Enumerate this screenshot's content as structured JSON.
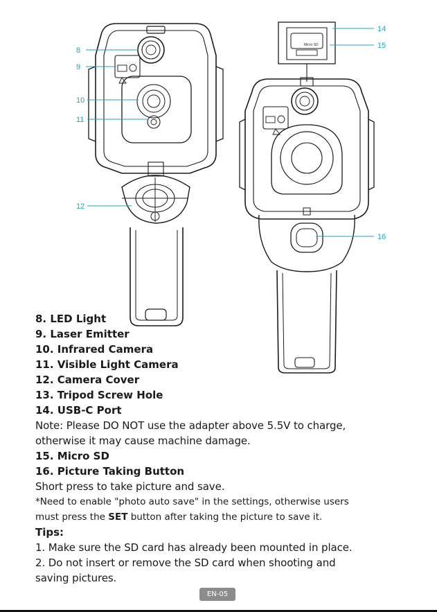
{
  "callouts": {
    "c8": "8",
    "c9": "9",
    "c10": "10",
    "c11": "11",
    "c12": "12",
    "c14": "14",
    "c15": "15",
    "c16": "16"
  },
  "device_label": {
    "micro_sd": "Micro SD"
  },
  "items": {
    "led": "8. LED Light",
    "laser": "9. Laser Emitter",
    "infrared": "10. Infrared Camera",
    "visible": "11. Visible Light Camera",
    "cover": "12. Camera Cover",
    "tripod": "13. Tripod Screw Hole",
    "usbc": "14. USB-C Port",
    "usbc_note_1": "Note: Please DO NOT use the adapter above 5.5V to charge,",
    "usbc_note_2": "otherwise it may cause machine damage.",
    "microsd": "15. Micro SD",
    "picture": "16. Picture Taking Button",
    "picture_desc": "Short press to take picture and save.",
    "autosave_1": "*Need to enable \"photo auto save\" in the settings, otherwise users",
    "autosave_2a": "must press the ",
    "autosave_2b": "SET",
    "autosave_2c": " button after taking the picture to save it."
  },
  "tips": {
    "heading": "Tips:",
    "t1": "1. Make sure the SD card has already been mounted in place.",
    "t2a": "2. Do not insert or remove the SD card when shooting and",
    "t2b": "saving pictures."
  },
  "page_number": "EN-05",
  "colors": {
    "callout": "#1fa3c7",
    "badge": "#8c8c8c",
    "outline": "#1a1a1a"
  }
}
